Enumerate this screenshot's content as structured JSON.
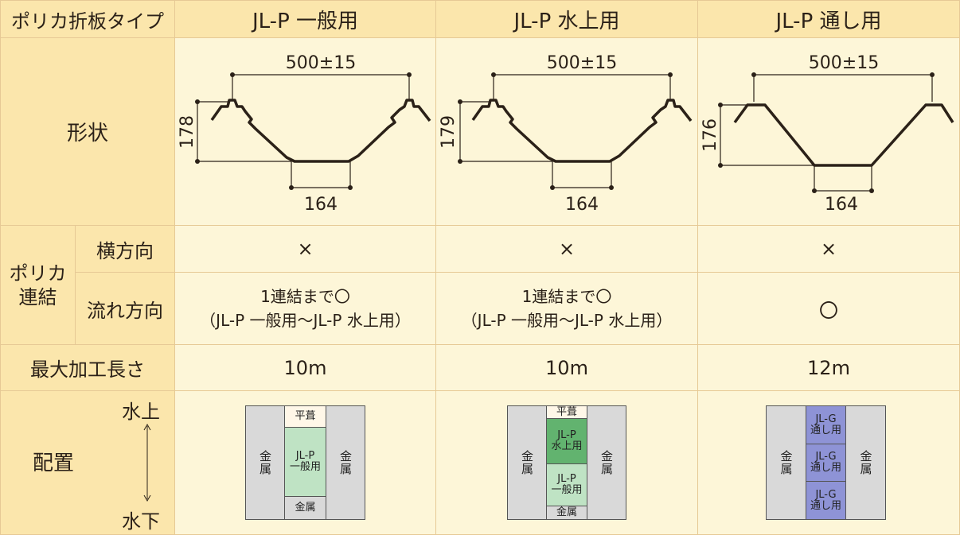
{
  "header": {
    "corner": "ポリカ折板タイプ",
    "cols": [
      "JL-P 一般用",
      "JL-P 水上用",
      "JL-P 通し用"
    ]
  },
  "shape": {
    "label": "形状",
    "profiles": [
      {
        "width": "500±15",
        "height": "178",
        "bottom": "164"
      },
      {
        "width": "500±15",
        "height": "179",
        "bottom": "164"
      },
      {
        "width": "500±15",
        "height": "176",
        "bottom": "164"
      }
    ]
  },
  "connect": {
    "group": "ポリカ\n連結",
    "yoko_label": "横方向",
    "yoko": [
      "×",
      "×",
      "×"
    ],
    "nagare_label": "流れ方向",
    "nagare": [
      {
        "line1": "1連結まで〇",
        "line2": "（JL-P 一般用〜JL-P 水上用）"
      },
      {
        "line1": "1連結まで〇",
        "line2": "（JL-P 一般用〜JL-P 水上用）"
      },
      {
        "line1": "〇",
        "line2": ""
      }
    ]
  },
  "length": {
    "label": "最大加工長さ",
    "values": [
      "10m",
      "10m",
      "12m"
    ]
  },
  "layout": {
    "label": "配置",
    "top": "水上",
    "bottom": "水下",
    "col1": {
      "metal_left": "金属",
      "metal_right": "金属",
      "top": "平葺",
      "middle": "JL-P\n一般用",
      "bottom": "金属"
    },
    "col2": {
      "metal_left": "金属",
      "metal_right": "金属",
      "top": "平葺",
      "upper": "JL-P\n水上用",
      "lower": "JL-P\n一般用",
      "bottom": "金属"
    },
    "col3": {
      "metal_left": "金属",
      "metal_right": "金属",
      "a": "JL-G\n通し用",
      "b": "JL-G\n通し用",
      "c": "JL-G\n通し用"
    }
  }
}
